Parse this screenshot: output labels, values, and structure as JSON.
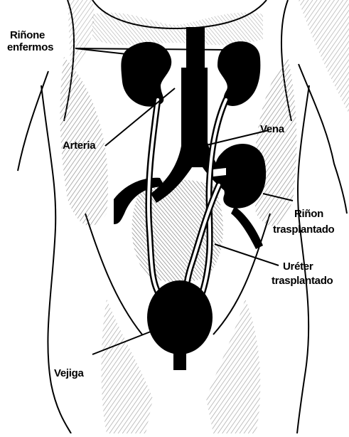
{
  "labels": {
    "rinones_enfermos_line1": "Riñone",
    "rinones_enfermos_line2": "enfermos",
    "arteria": "Arteria",
    "vena": "Vena",
    "rinon_trasplantado_line1": "Riñon",
    "rinon_trasplantado_line2": "trasplantado",
    "ureter_trasplantado_line1": "Uréter",
    "ureter_trasplantado_line2": "trasplantado",
    "vejiga": "Vejiga"
  },
  "colors": {
    "ink": "#000000",
    "background": "#ffffff",
    "shading": "#5a5a5a"
  }
}
